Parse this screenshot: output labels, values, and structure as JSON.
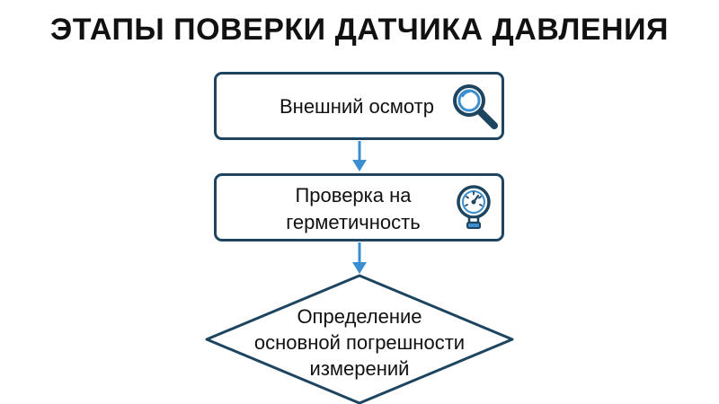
{
  "title": "ЭТАПЫ ПОВЕРКИ ДАТЧИКА ДАВЛЕНИЯ",
  "colors": {
    "box_border": "#1e4560",
    "arrow": "#3b8fd0",
    "icon_accent": "#3b8fd0",
    "text": "#111111"
  },
  "steps": [
    {
      "lines": [
        "Внешний осмотр"
      ],
      "shape": "rounded-rect",
      "icon": "magnifier-icon"
    },
    {
      "lines": [
        "Проверка на",
        "герметичность"
      ],
      "shape": "rounded-rect",
      "icon": "pressure-gauge-icon"
    },
    {
      "lines": [
        "Определение",
        "основной погрешности",
        "измерений"
      ],
      "shape": "diamond",
      "icon": ""
    }
  ]
}
